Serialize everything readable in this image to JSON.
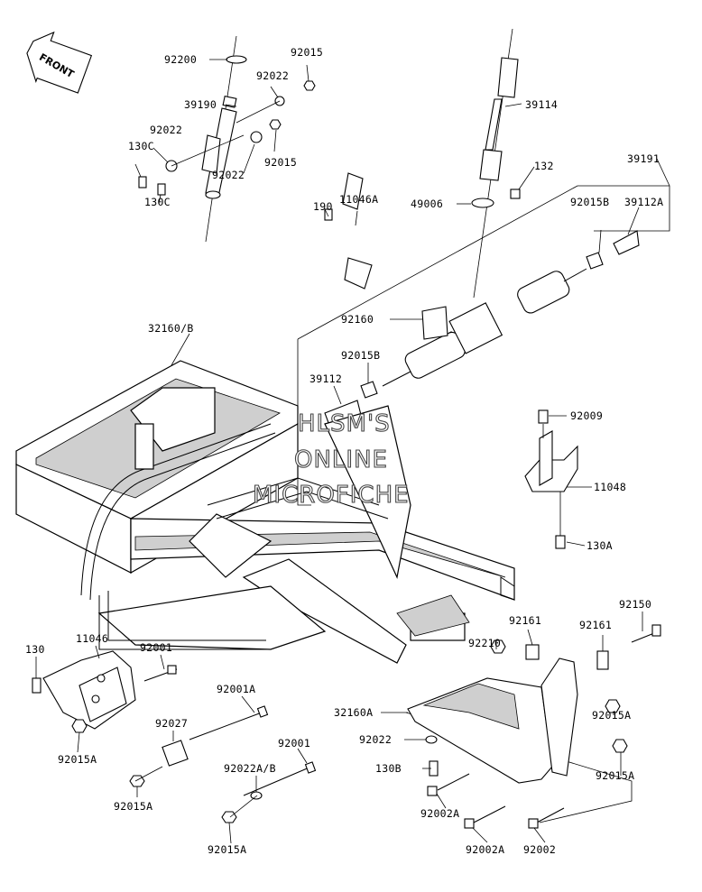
{
  "orientation": {
    "front_label": "FRONT"
  },
  "watermark": {
    "line1": "HLSM'S",
    "line2": "ONLINE",
    "line3": "MICROFICHE"
  },
  "labels": {
    "l92200": "92200",
    "l92015a": "92015",
    "l39190": "39190",
    "l92022a": "92022",
    "l92022b": "92022",
    "l130c_a": "130C",
    "l92015b": "92015",
    "l92022c": "92022",
    "l130c_b": "130C",
    "l39114": "39114",
    "l132": "132",
    "l39191": "39191",
    "l49006": "49006",
    "l190": "190",
    "l11046a": "11046A",
    "l92015B_a": "92015B",
    "l39112A": "39112A",
    "l92160": "92160",
    "l32160B": "32160/B",
    "l92015B_b": "92015B",
    "l39112": "39112",
    "l92009": "92009",
    "l11048": "11048",
    "l130A": "130A",
    "l92150": "92150",
    "l92161a": "92161",
    "l92161b": "92161",
    "l92210": "92210",
    "l130": "130",
    "l11046": "11046",
    "l92001a": "92001",
    "l92015A_a": "92015A",
    "l92001A": "92001A",
    "l92027": "92027",
    "l32160A": "32160A",
    "l92022d": "92022",
    "l92015A_b": "92015A",
    "l92001b": "92001",
    "l92022AB": "92022A/B",
    "l130B": "130B",
    "l92015A_c": "92015A",
    "l92015A_d": "92015A",
    "l92002A_a": "92002A",
    "l92015A_e": "92015A",
    "l92002A_b": "92002A",
    "l92002": "92002"
  }
}
